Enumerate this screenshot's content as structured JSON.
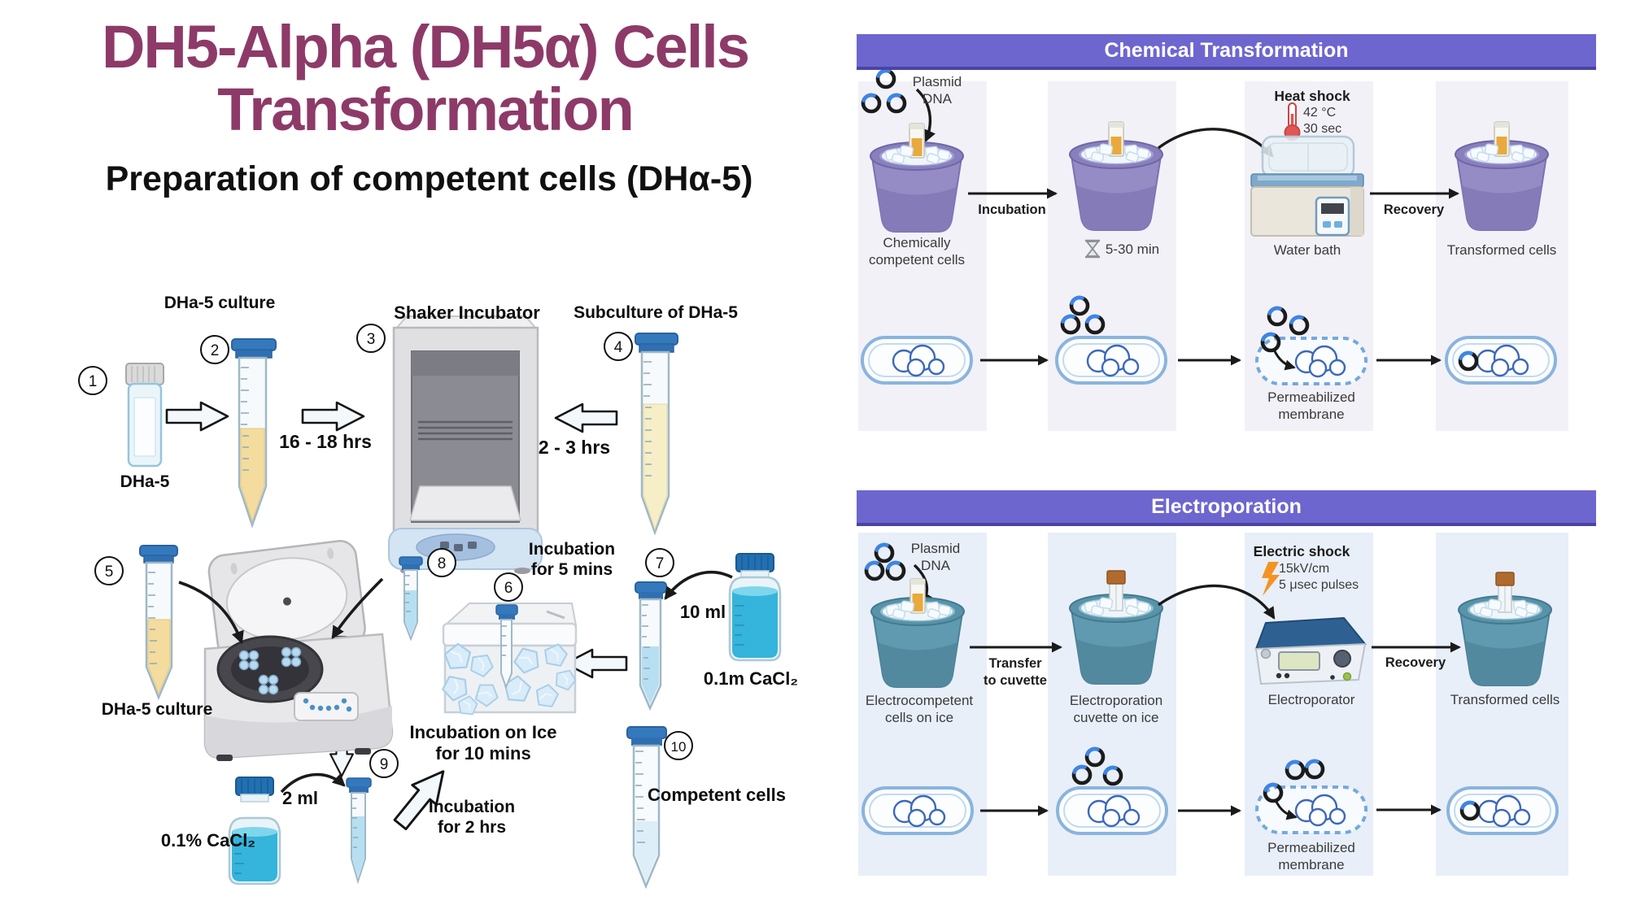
{
  "title": {
    "line1": "DH5-Alpha (DH5α) Cells",
    "line2": "Transformation",
    "subtitle": "Preparation of competent cells (DHα-5)"
  },
  "prep": {
    "steps": [
      "1",
      "2",
      "3",
      "4",
      "5",
      "6",
      "7",
      "8",
      "9",
      "10"
    ],
    "labels": {
      "vial": "DHa-5",
      "culture_top": "DHa-5 culture",
      "shaker": "Shaker Incubator",
      "subculture": "Subculture of DHa-5",
      "time_16_18": "16 - 18 hrs",
      "time_2_3": "2 - 3 hrs",
      "culture_bottom": "DHa-5 culture",
      "incubation_5": "Incubation\nfor 5 mins",
      "incubation_ice": "Incubation on Ice\nfor 10 mins",
      "incubation_2": "Incubation\nfor 2 hrs",
      "vol_10": "10 ml",
      "vol_2": "2 ml",
      "cacl2_01m": "0.1m CaCl₂",
      "cacl2_01pct": "0.1% CaCl₂",
      "competent": "Competent cells"
    }
  },
  "chemical": {
    "header": "Chemical Transformation",
    "plasmid": "Plasmid\nDNA",
    "col1": "Chemically\ncompetent cells",
    "arrow1": "Incubation",
    "time": "5-30 min",
    "shock_title": "Heat shock",
    "shock_line1": "42 °C",
    "shock_line2": "30 sec",
    "device": "Water bath",
    "arrow2": "Recovery",
    "col4": "Transformed cells",
    "permeabilized": "Permeabilized\nmembrane"
  },
  "electroporation": {
    "header": "Electroporation",
    "plasmid": "Plasmid\nDNA",
    "col1": "Electrocompetent\ncells on ice",
    "arrow1": "Transfer\nto cuvette",
    "col2": "Electroporation\ncuvette on ice",
    "shock_title": "Electric shock",
    "shock_line1": "15kV/cm",
    "shock_line2": "5 μsec pulses",
    "device": "Electroporator",
    "arrow2": "Recovery",
    "col4": "Transformed cells",
    "permeabilized": "Permeabilized\nmembrane"
  },
  "colors": {
    "title": "#8d3a68",
    "header_bar": "#6e66cf",
    "chemical_band": "#f2f1f8",
    "electroporation_band": "#e8eff9",
    "plasmid_blue": "#3c86e8",
    "bucket_purple": "#958bc5",
    "bucket_teal": "#5f9ab0"
  }
}
